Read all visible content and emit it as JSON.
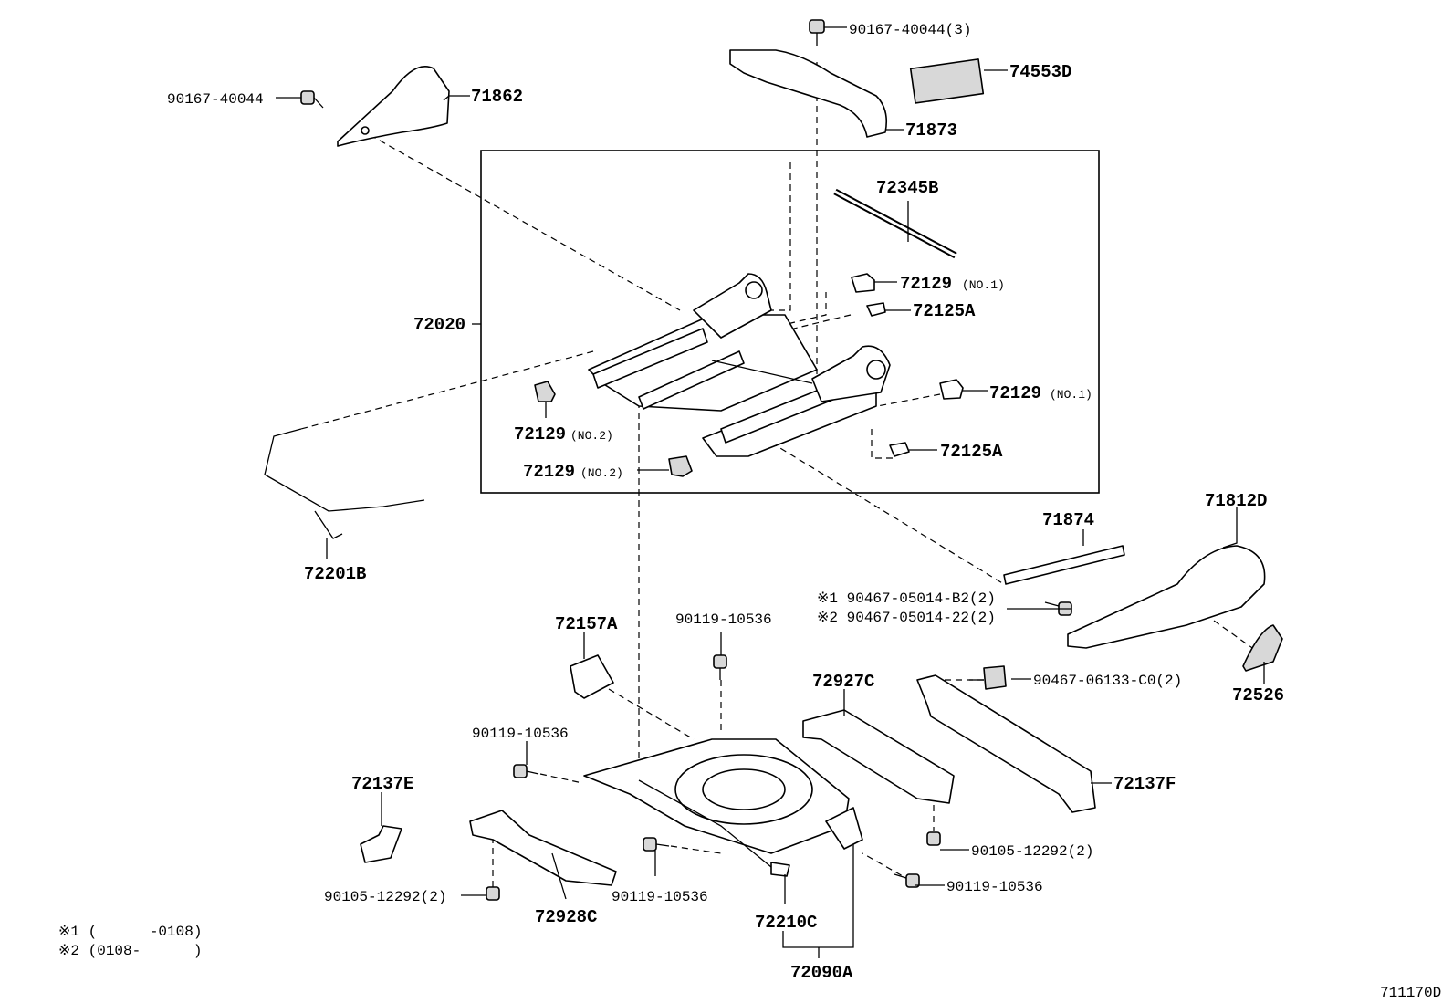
{
  "labels": {
    "p90167_40044_3": "90167-40044(3)",
    "p74553D": "74553D",
    "p90167_40044": "90167-40044",
    "p71862": "71862",
    "p71873": "71873",
    "p72345B": "72345B",
    "p72129_no1_a": "72129",
    "p72129_no1_a_sfx": "(NO.1)",
    "p72125A_a": "72125A",
    "p72020": "72020",
    "p72129_no1_b": "72129",
    "p72129_no1_b_sfx": "(NO.1)",
    "p72129_no2_a": "72129",
    "p72129_no2_a_sfx": "(NO.2)",
    "p72125A_b": "72125A",
    "p72129_no2_b": "72129",
    "p72129_no2_b_sfx": "(NO.2)",
    "p72201B": "72201B",
    "p71874": "71874",
    "p71812D": "71812D",
    "p90467_b2": "※1 90467-05014-B2(2)",
    "p90467_22": "※2 90467-05014-22(2)",
    "p72157A": "72157A",
    "p90119_10536_top": "90119-10536",
    "p72927C": "72927C",
    "p90467_06133": "90467-06133-C0(2)",
    "p72526": "72526",
    "p90119_10536_left": "90119-10536",
    "p72137E": "72137E",
    "p72137F": "72137F",
    "p90105_12292_right": "90105-12292(2)",
    "p90105_12292_left": "90105-12292(2)",
    "p72928C": "72928C",
    "p90119_10536_mid": "90119-10536",
    "p72210C": "72210C",
    "p90119_10536_right": "90119-10536",
    "p72090A": "72090A",
    "note1": "※1 (      -0108)",
    "note2": "※2 (0108-      )",
    "diagram_code": "711170D"
  }
}
